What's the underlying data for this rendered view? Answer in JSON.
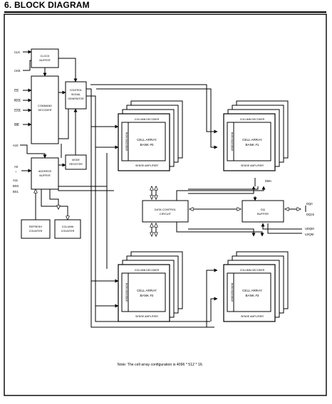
{
  "heading": "6.   BLOCK DIAGRAM",
  "signals": {
    "clk": "CLK",
    "cke": "CKE",
    "cs": "CS",
    "ras": "RAS",
    "cas": "CAS",
    "we": "WE",
    "a10": "A10",
    "a0": "A0",
    "tilde": "~",
    "a11": "A11",
    "bs0": "BS0",
    "bs1": "BS1",
    "dmn": "DMn",
    "dq0": "DQ0",
    "dq15": "DQ15",
    "udqm": "UDQM",
    "ldqm": "LDQM"
  },
  "blocks": {
    "clock_buffer": [
      "CLOCK",
      "BUFFER"
    ],
    "command_decoder": [
      "COMMAND",
      "DECODER"
    ],
    "control_signal_generator": [
      "CONTROL",
      "SIGNAL",
      "GENERATOR"
    ],
    "mode_register": [
      "MODE",
      "REGISTER"
    ],
    "address_buffer": [
      "ADDRESS",
      "BUFFER"
    ],
    "refresh_counter": [
      "REFRESH",
      "COUNTER"
    ],
    "column_counter": [
      "COLUMN",
      "COUNTER"
    ],
    "data_control_circuit": [
      "DATA CONTROL",
      "CIRCUIT"
    ],
    "dq_buffer": [
      "DQ",
      "BUFFER"
    ]
  },
  "banks": {
    "column_decoder": "COLUMN DECODER",
    "row_decoder": "ROW DECODER",
    "sense_amplifier": "SENSE AMPLIFIER",
    "cell_array": "CELL ARRAY",
    "names": [
      "BANK #0",
      "BANK #1",
      "BANK #2",
      "BANK #3"
    ]
  },
  "note": "Note: The cell array configuration is 4096 * 512 * 16."
}
